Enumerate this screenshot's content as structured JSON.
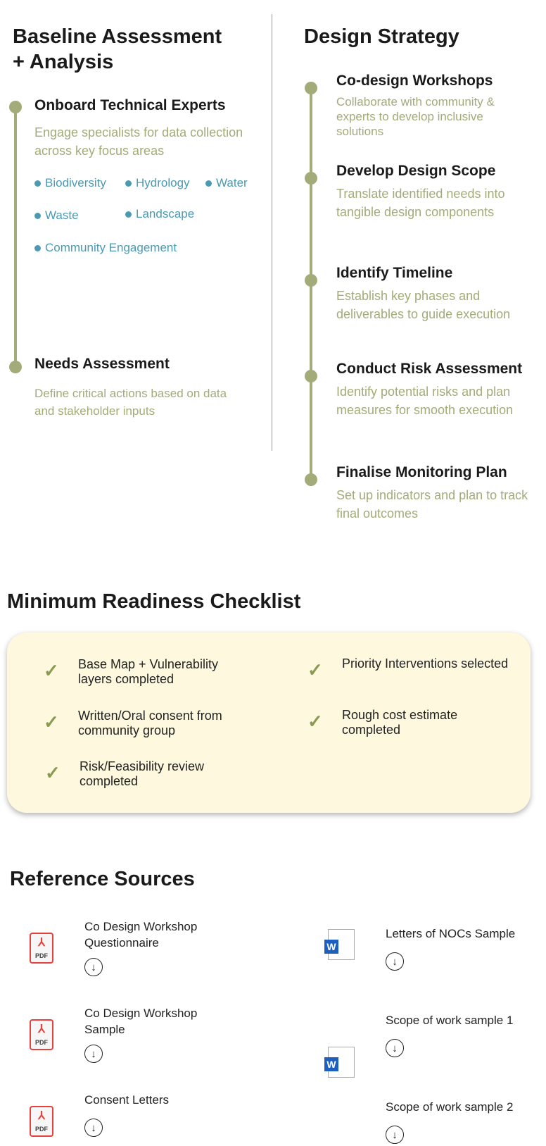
{
  "baseline": {
    "title_l1": "Baseline Assessment",
    "title_l2": "+ Analysis",
    "steps": [
      {
        "title": "Onboard Technical Experts",
        "desc": "Engage specialists for data collection across key focus areas"
      },
      {
        "title": "Needs Assessment",
        "desc": "Define critical actions based on data and stakeholder inputs"
      }
    ],
    "tags": [
      "Biodiversity",
      "Hydrology",
      "Water",
      "Waste",
      "Landscape",
      "Community Engagement"
    ]
  },
  "design": {
    "title": "Design Strategy",
    "steps": [
      {
        "title": "Co-design Workshops",
        "desc": "Collaborate with community & experts to develop inclusive solutions"
      },
      {
        "title": "Develop Design Scope",
        "desc": "Translate identified needs into tangible design components"
      },
      {
        "title": "Identify Timeline",
        "desc": "Establish key phases and deliverables to guide execution"
      },
      {
        "title": "Conduct Risk Assessment",
        "desc": "Identify potential risks and plan measures for smooth execution"
      },
      {
        "title": "Finalise Monitoring Plan",
        "desc": "Set up indicators and plan to track final outcomes"
      }
    ]
  },
  "checklist": {
    "title": "Minimum Readiness Checklist",
    "items": [
      "Base Map + Vulnerability layers completed",
      "Priority Interventions selected",
      "Written/Oral consent from community group",
      "Rough cost estimate completed",
      "Risk/Feasibility review completed"
    ]
  },
  "references": {
    "title": "Reference Sources",
    "pdf_label": "PDF",
    "word_label": "W",
    "files": [
      {
        "name": "Co Design Workshop Questionnaire",
        "type": "pdf"
      },
      {
        "name": "Letters of NOCs Sample",
        "type": "word"
      },
      {
        "name": "Co Design Workshop Sample",
        "type": "pdf"
      },
      {
        "name": "Scope of work sample 1",
        "type": "word"
      },
      {
        "name": "Consent Letters",
        "type": "pdf"
      },
      {
        "name": "Scope of work sample 2",
        "type": "word"
      }
    ]
  }
}
